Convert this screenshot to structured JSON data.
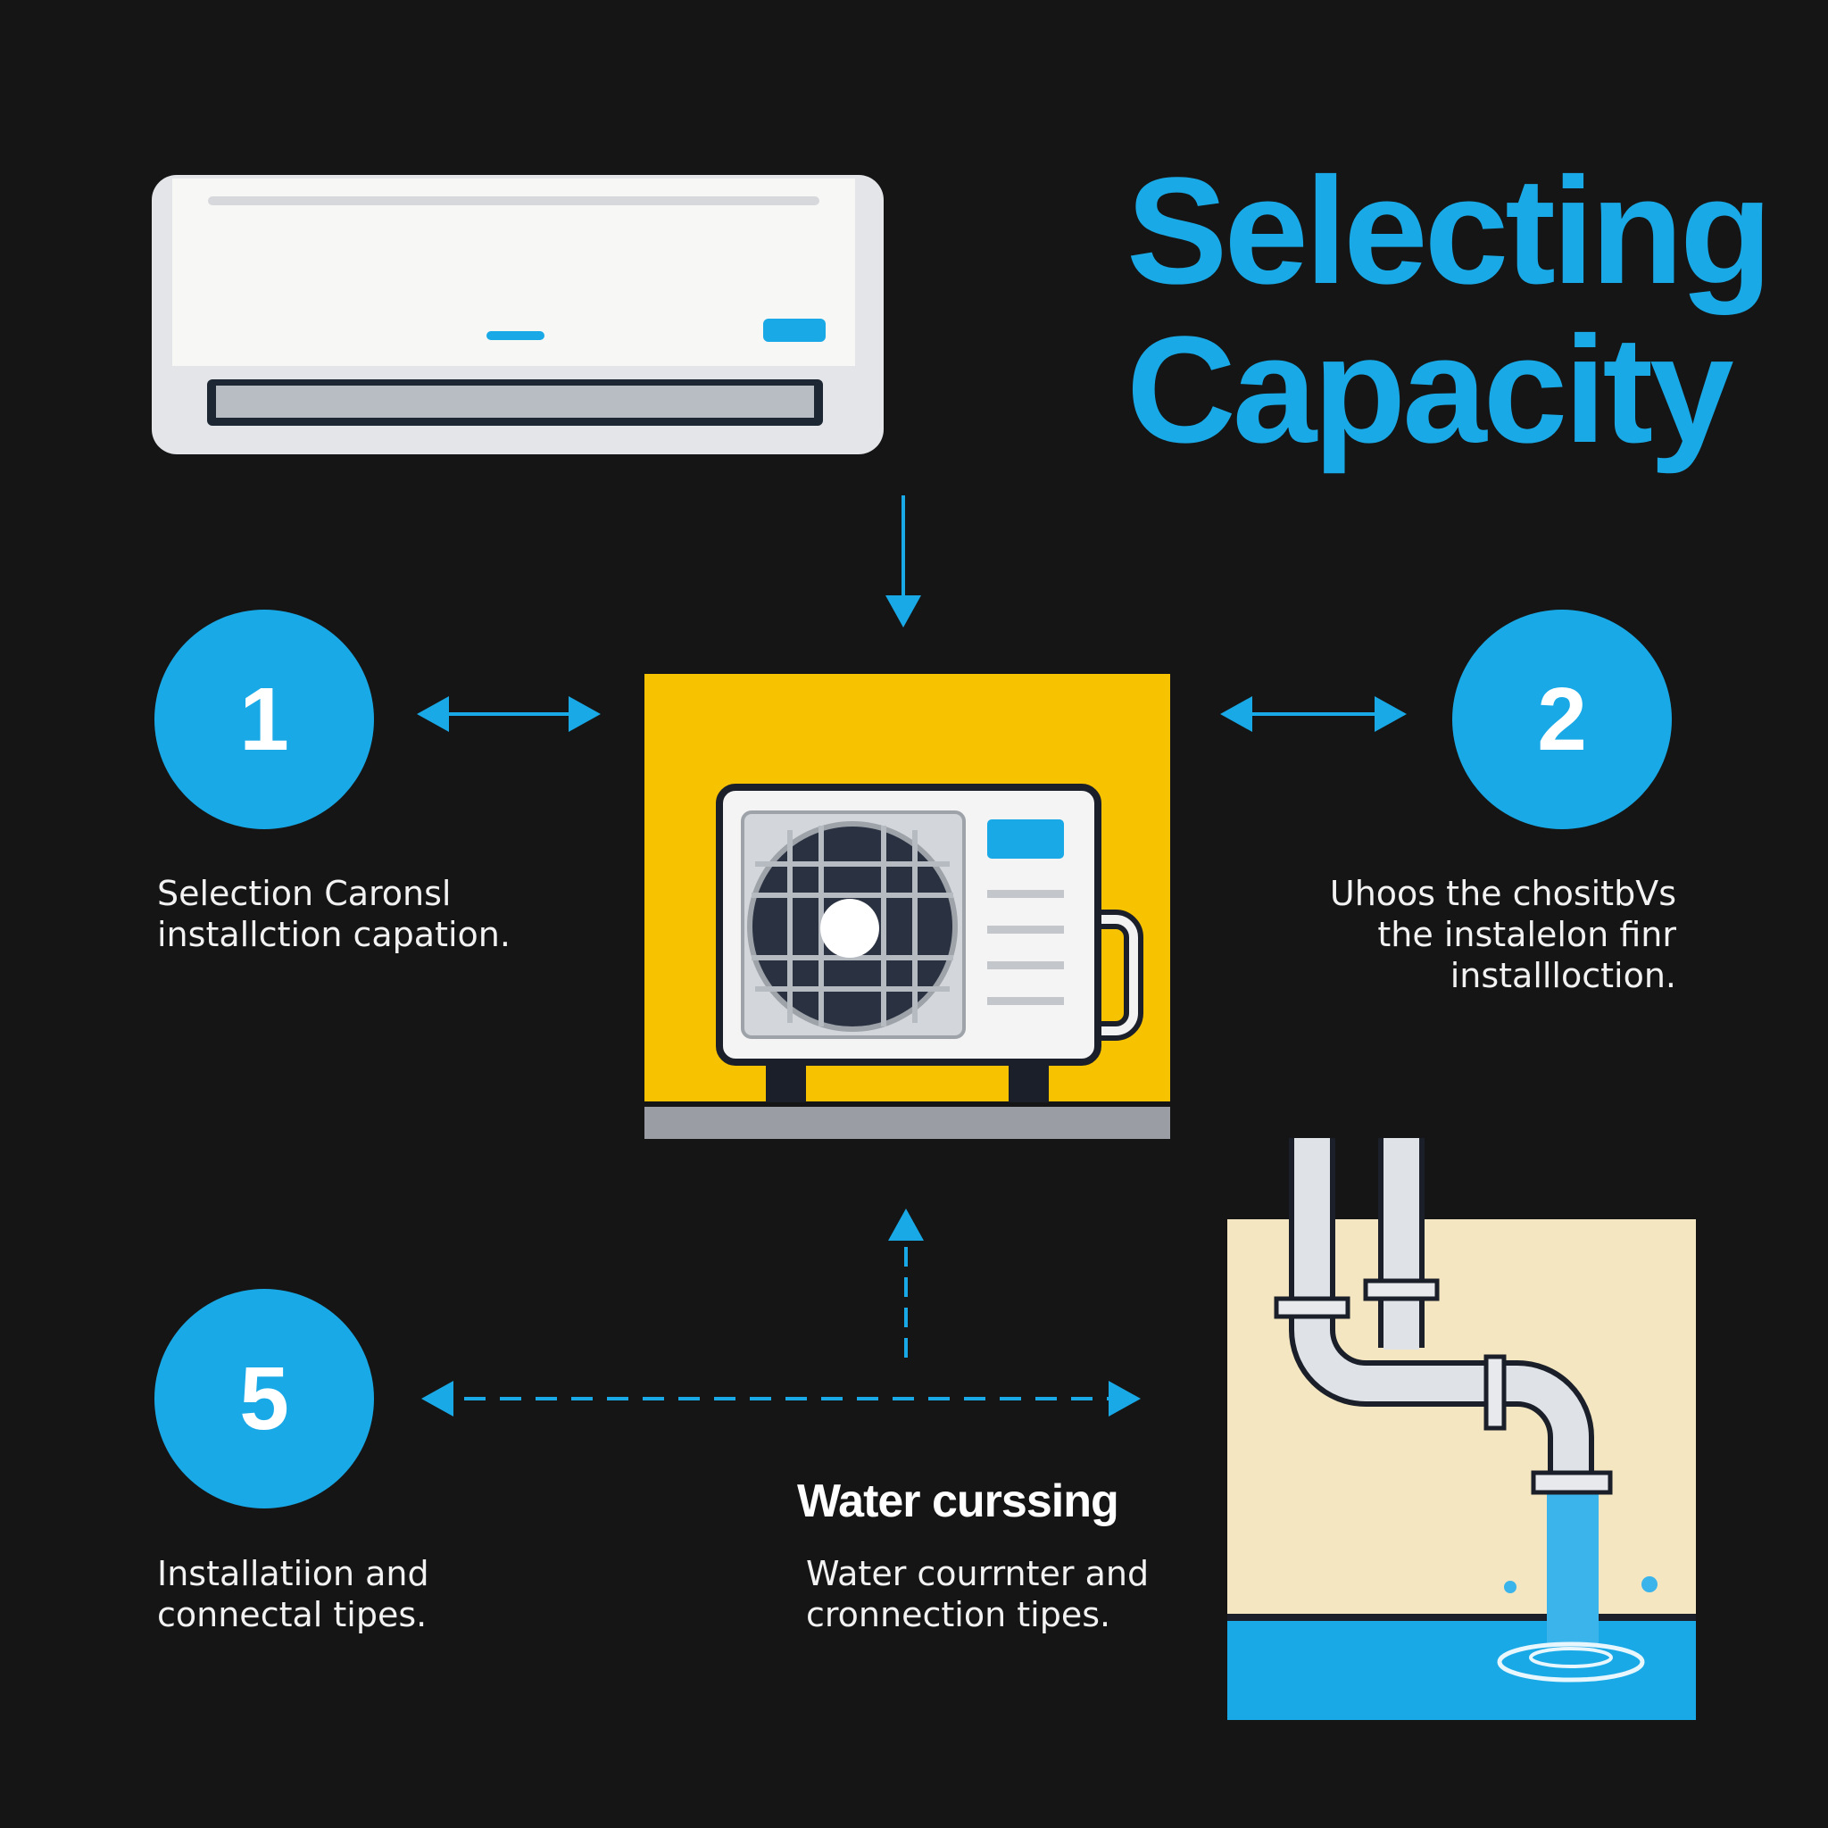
{
  "title": {
    "line1": "Selecting",
    "line2": "Capacity"
  },
  "colors": {
    "accent": "#19a9e6",
    "yellow": "#f7c200",
    "background": "#151515",
    "cream": "#f4e6c0"
  },
  "steps": [
    {
      "number": "1",
      "text_line1": "Selection Caronsl",
      "text_line2": "installction capation."
    },
    {
      "number": "2",
      "text_line1": "Uhoos the chositbVs",
      "text_line2": "the  instalelon finr",
      "text_line3": "installloction."
    },
    {
      "number": "5",
      "text_line1": "Installatiion and",
      "text_line2": "connectal tipes."
    }
  ],
  "water": {
    "heading": "Water curssing",
    "text_line1": "Water courrnter and",
    "text_line2": "cronnection tipes."
  },
  "icons": [
    "indoor-ac-unit",
    "outdoor-ac-unit",
    "water-pipe",
    "arrow-down",
    "arrow-up",
    "double-arrow"
  ]
}
